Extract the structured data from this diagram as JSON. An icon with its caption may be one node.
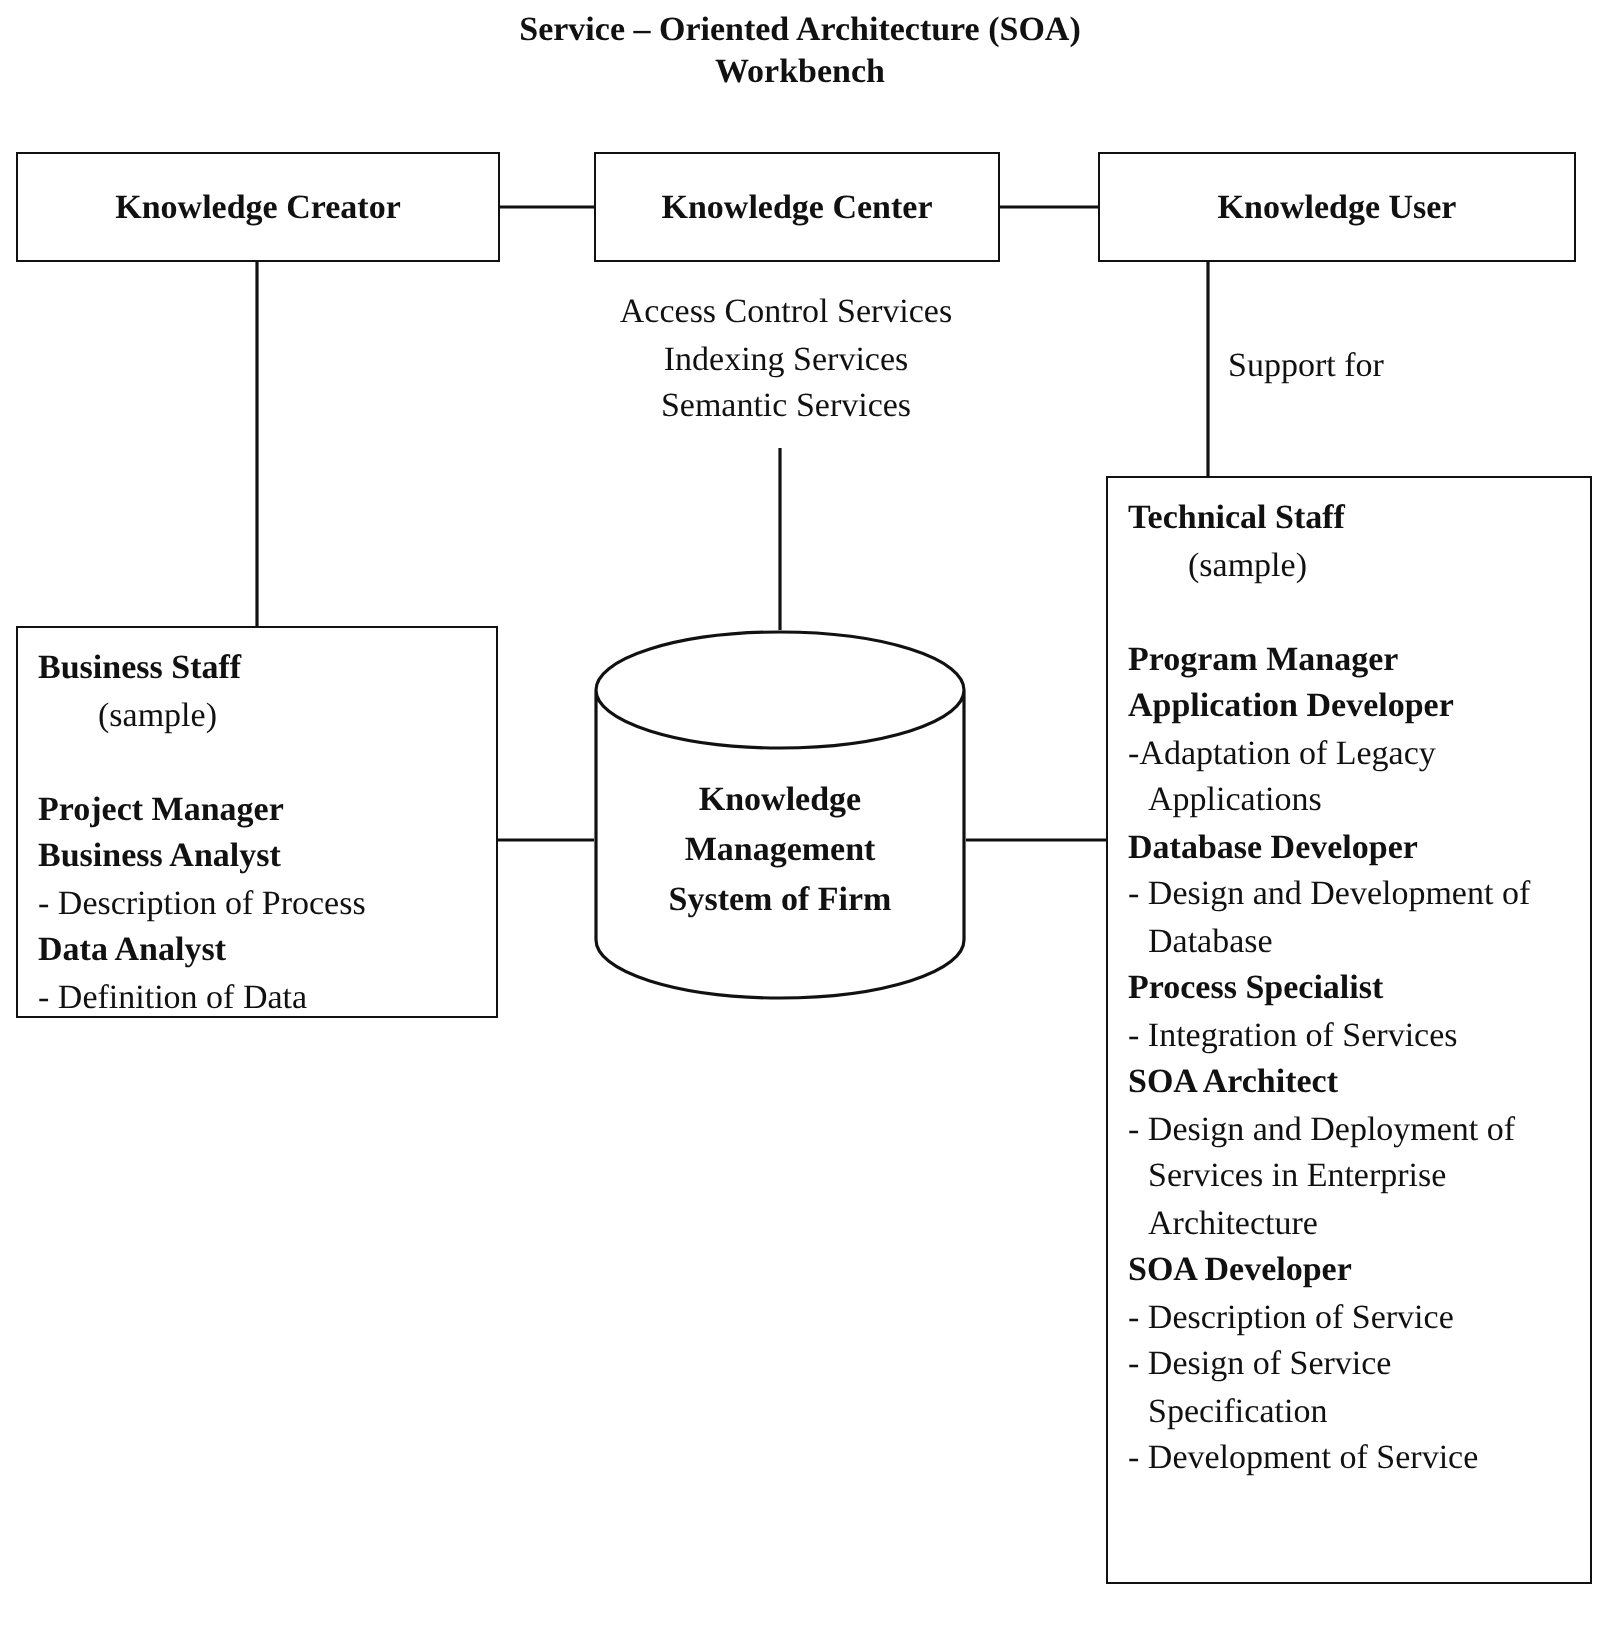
{
  "diagram": {
    "title": "Service – Oriented Architecture (SOA) Workbench",
    "nodes": [
      {
        "text": [
          "Knowledge Creator"
        ]
      },
      {
        "text": [
          "Knowledge Center"
        ]
      },
      {
        "text": [
          "Knowledge User"
        ]
      },
      {
        "text": [
          "Access Control Services",
          "Indexing Services",
          "Semantic Services"
        ]
      },
      {
        "text": [
          "Business Staff",
          "(sample)",
          "Project Manager",
          "Business Analyst",
          "- Description of Process",
          "Data Analyst",
          "- Definition of Data"
        ]
      },
      {
        "text": [
          "Knowledge Management System of Firm"
        ]
      },
      {
        "text": [
          "Technical Staff",
          "(sample)",
          "Program Manager",
          "Application Developer",
          "-Adaptation of Legacy Applications",
          "Database Developer",
          "- Design and Development of Database",
          "Process Specialist",
          "- Integration of Services",
          "SOA Architect",
          "- Design and Deployment of Services in Enterprise Architecture",
          "SOA Developer",
          "- Description of Service",
          "- Design of Service Specification",
          "- Development of Service"
        ]
      }
    ],
    "edges": [
      {
        "from": 0,
        "to": 1,
        "arrow": "none"
      },
      {
        "from": 1,
        "to": 2,
        "arrow": "none"
      },
      {
        "from": 0,
        "to": 4,
        "arrow": "none"
      },
      {
        "from": 3,
        "to": 5,
        "arrow": "none"
      },
      {
        "from": 2,
        "to": 6,
        "arrow": "none",
        "label": "Support for"
      },
      {
        "from": 4,
        "to": 5,
        "arrow": "none"
      },
      {
        "from": 5,
        "to": 6,
        "arrow": "none"
      }
    ]
  }
}
